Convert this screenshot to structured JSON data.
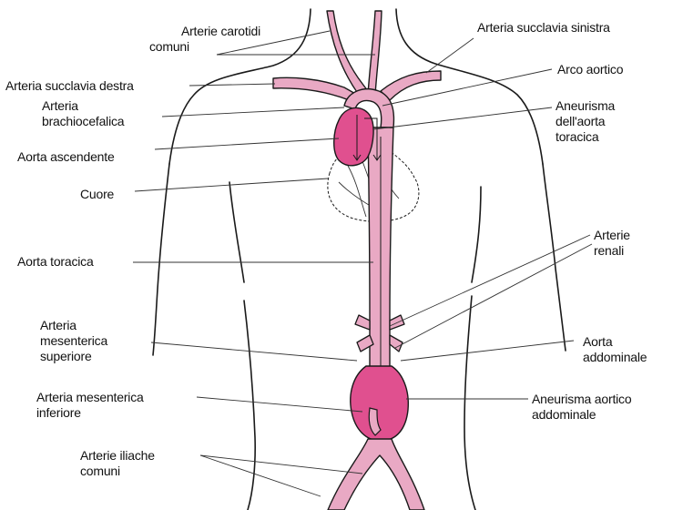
{
  "colors": {
    "aorta_fill": "#e9a9c4",
    "aneurysm_fill": "#e0508f",
    "heart_fill": "#e0508f",
    "outline": "#1a1a1a",
    "leader": "#333333",
    "background": "#ffffff"
  },
  "labels": {
    "carotidi": {
      "line1": "Arterie carotidi",
      "line2": "comuni"
    },
    "succlavia_sinistra": "Arteria succlavia sinistra",
    "succlavia_destra": "Arteria succlavia destra",
    "arco_aortico": "Arco aortico",
    "brachiocefalica": {
      "line1": "Arteria",
      "line2": "brachiocefalica"
    },
    "aneurisma_toracica": {
      "line1": "Aneurisma",
      "line2": "dell'aorta",
      "line3": "toracica"
    },
    "aorta_ascendente": "Aorta ascendente",
    "cuore": "Cuore",
    "aorta_toracica": "Aorta toracica",
    "renali": {
      "line1": "Arterie",
      "line2": "renali"
    },
    "mesenterica_superiore": {
      "line1": "Arteria",
      "line2": "mesenterica",
      "line3": "superiore"
    },
    "aorta_addominale": {
      "line1": "Aorta",
      "line2": "addominale"
    },
    "mesenterica_inferiore": {
      "line1": "Arteria mesenterica",
      "line2": "inferiore"
    },
    "aneurisma_addominale": {
      "line1": "Aneurisma aortico",
      "line2": "addominale"
    },
    "iliache": {
      "line1": "Arterie iliache",
      "line2": "comuni"
    }
  }
}
